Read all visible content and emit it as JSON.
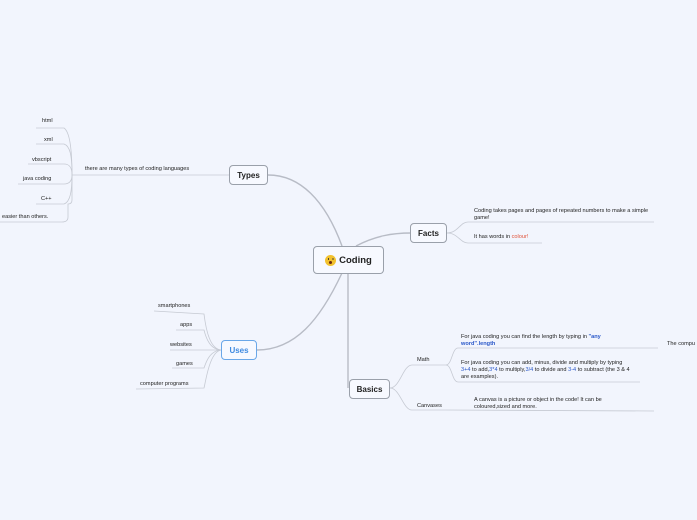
{
  "central": {
    "label": "Coding",
    "icon": "shocked-face-emoji"
  },
  "types": {
    "label": "Types",
    "sub": "there are many types of coding languages",
    "items": [
      "html",
      "xml",
      "vbscript",
      "java coding",
      "C++",
      "easier than others."
    ]
  },
  "uses": {
    "label": "Uses",
    "items": [
      "smartphones",
      "apps",
      "websites",
      "games",
      "computer programs"
    ]
  },
  "facts": {
    "label": "Facts",
    "item1": "Coding takes pages and pages of repeated numbers to make a simple game!",
    "item2_prefix": "It has words in ",
    "item2_colored": "colour!"
  },
  "basics": {
    "label": "Basics",
    "math": {
      "label": "Math",
      "length": {
        "prefix": "For java coding you can find the length by typing in ",
        "code": "\"any word\".length"
      },
      "ops": {
        "p1": "For java coding you can add, minus, divide and multiply by typing ",
        "c1": "3+4",
        "p2": " to add,",
        "c2": "3*4",
        "p3": " to multiply,",
        "c3": "3/4",
        "p4": " to divide and ",
        "c4": "3-4",
        "p5": " to subtract (the 3 & 4 are examples)."
      },
      "overflow": "The compu"
    },
    "canvases": {
      "label": "Canvases",
      "text": "A canvas is a picture or object in the code! It can be coloured,sized and more."
    }
  },
  "colors": {
    "background": "#f2f5fd",
    "link": "#b4b8c2",
    "uses_accent": "#3f8ae0",
    "code": "#2a58c9",
    "colour_word": "#e0533a"
  }
}
